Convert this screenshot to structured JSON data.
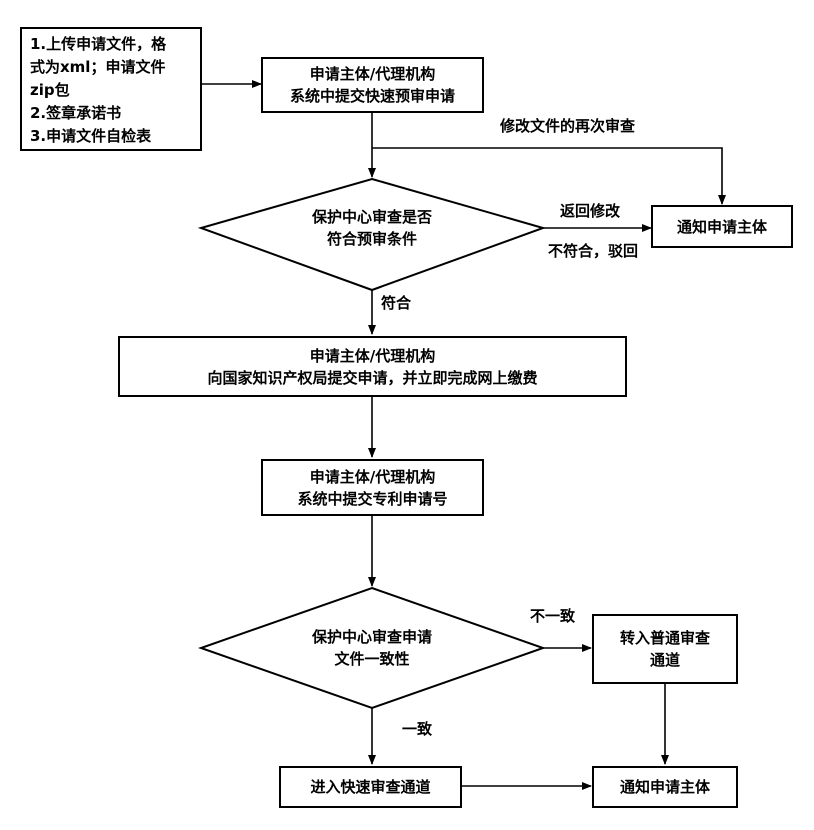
{
  "requirements": {
    "items": [
      "1.上传申请文件，格",
      "式为xml；申请文件",
      "zip包",
      "2.签章承诺书",
      "3.申请文件自检表"
    ]
  },
  "step_submit_prereview": {
    "lines": [
      "申请主体/代理机构",
      "系统中提交快速预审申请"
    ]
  },
  "decision_prereview": {
    "lines": [
      "保护中心审查是否",
      "符合预审条件"
    ]
  },
  "notify_1": {
    "label": "通知申请主体"
  },
  "step_cnipa_submit": {
    "lines": [
      "申请主体/代理机构",
      "向国家知识产权局提交申请，并立即完成网上缴费"
    ]
  },
  "step_submit_patent_no": {
    "lines": [
      "申请主体/代理机构",
      "系统中提交专利申请号"
    ]
  },
  "decision_consistency": {
    "lines": [
      "保护中心审查申请",
      "文件一致性"
    ]
  },
  "step_normal_channel": {
    "lines": [
      "转入普通审查",
      "通道"
    ]
  },
  "step_fast_channel": {
    "label": "进入快速审查通道"
  },
  "notify_2": {
    "label": "通知申请主体"
  },
  "edge_labels": {
    "re_review": "修改文件的再次审查",
    "return_modify": "返回修改",
    "reject": "不符合，驳回",
    "pass": "符合",
    "inconsistent": "不一致",
    "consistent": "一致"
  }
}
